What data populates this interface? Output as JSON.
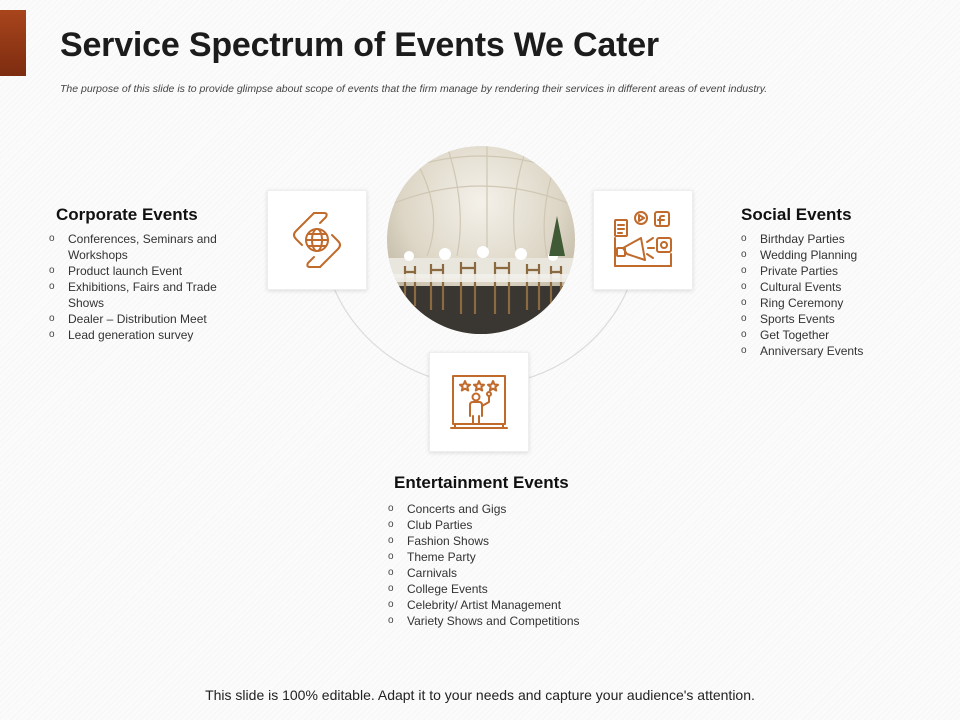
{
  "slide": {
    "title": "Service Spectrum of Events We Cater",
    "subtitle": "The purpose of this slide is to provide glimpse about scope of events that the firm manage by rendering their services in different areas of event industry.",
    "footer": "This slide is 100% editable. Adapt it to your needs and capture your audience's attention."
  },
  "colors": {
    "accent": "#a8451c",
    "icon_stroke": "#c06a2b"
  },
  "sections": {
    "corporate": {
      "title": "Corporate Events",
      "icon": "hands-globe-icon",
      "items": [
        "Conferences, Seminars and Workshops",
        "Product launch Event",
        "Exhibitions, Fairs and Trade Shows",
        "Dealer – Distribution Meet",
        "Lead generation survey"
      ]
    },
    "social": {
      "title": "Social Events",
      "icon": "social-media-megaphone-icon",
      "items": [
        "Birthday Parties",
        "Wedding Planning",
        "Private Parties",
        "Cultural Events",
        "Ring Ceremony",
        "Sports Events",
        "Get Together",
        "Anniversary Events"
      ]
    },
    "entertainment": {
      "title": "Entertainment Events",
      "icon": "performer-stage-icon",
      "items": [
        "Concerts and Gigs",
        "Club Parties",
        "Fashion Shows",
        "Theme Party",
        "Carnivals",
        "College Events",
        "Celebrity/ Artist Management",
        "Variety Shows and Competitions"
      ]
    }
  }
}
